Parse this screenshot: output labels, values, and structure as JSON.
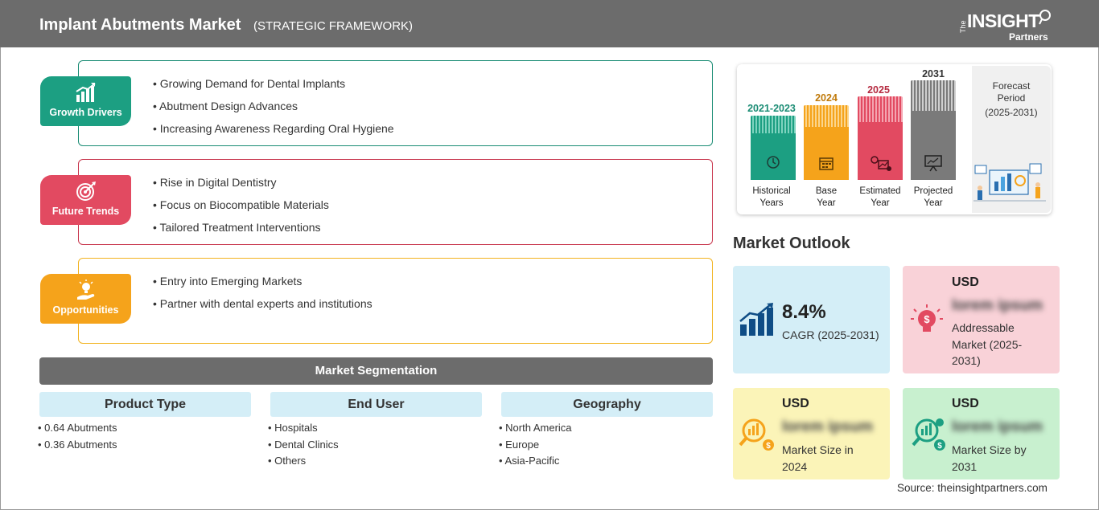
{
  "header": {
    "title": "Implant Abutments Market",
    "subtitle": "(STRATEGIC FRAMEWORK)",
    "logo": {
      "the": "The",
      "insight": "INSIGHT",
      "partners": "Partners"
    }
  },
  "framework": {
    "growth_drivers": {
      "label": "Growth Drivers",
      "color": "#1c9f82",
      "icon": "bar-chart-growth-icon",
      "items": [
        "Growing Demand for Dental Implants",
        "Abutment Design Advances",
        "Increasing Awareness Regarding Oral Hygiene"
      ]
    },
    "future_trends": {
      "label": "Future Trends",
      "color": "#e24a61",
      "icon": "target-icon",
      "items": [
        "Rise in Digital Dentistry",
        "Focus on Biocompatible Materials",
        "Tailored Treatment Interventions"
      ]
    },
    "opportunities": {
      "label": "Opportunities",
      "color": "#f5a31b",
      "icon": "lightbulb-hand-icon",
      "items": [
        "Entry into Emerging Markets",
        "Partner with dental experts and institutions"
      ]
    }
  },
  "segmentation": {
    "title": "Market Segmentation",
    "columns": [
      {
        "heading": "Product Type",
        "items": [
          "0.64 Abutments",
          "0.36 Abutments"
        ]
      },
      {
        "heading": "End User",
        "items": [
          "Hospitals",
          "Dental Clinics",
          "Others"
        ]
      },
      {
        "heading": "Geography",
        "items": [
          "North America",
          "Europe",
          "Asia-Pacific"
        ]
      }
    ]
  },
  "timeline": {
    "columns": [
      {
        "year": "2021-2023",
        "label_line1": "Historical",
        "label_line2": "Years",
        "color": "#1c9f82",
        "year_color": "#1a8c74",
        "icon": "history-clock-icon"
      },
      {
        "year": "2024",
        "label_line1": "Base",
        "label_line2": "Year",
        "color": "#f5a31b",
        "year_color": "#c07a0a",
        "icon": "calendar-icon"
      },
      {
        "year": "2025",
        "label_line1": "Estimated",
        "label_line2": "Year",
        "color": "#e24a61",
        "year_color": "#b52a40",
        "icon": "gears-chart-icon"
      },
      {
        "year": "2031",
        "label_line1": "Projected",
        "label_line2": "Year",
        "color": "#7a7a7a",
        "year_color": "#333333",
        "icon": "presentation-icon"
      }
    ],
    "forecast": {
      "line1": "Forecast",
      "line2": "Period",
      "line3": "(2025-2031)"
    }
  },
  "outlook": {
    "title": "Market Outlook",
    "cagr": {
      "value": "8.4%",
      "label": "CAGR (2025-2031)",
      "bg": "#d4eef7"
    },
    "addressable": {
      "usd": "USD",
      "value": "lorem ipsum",
      "label_line1": "Addressable",
      "label_line2": "Market (2025-",
      "label_line3": "2031)",
      "bg": "#f9d2d8"
    },
    "size_2024": {
      "usd": "USD",
      "value": "lorem ipsum",
      "label_line1": "Market Size in",
      "label_line2": "2024",
      "bg": "#fbf4b8"
    },
    "size_2031": {
      "usd": "USD",
      "value": "lorem ipsum",
      "label_line1": "Market Size by",
      "label_line2": "2031",
      "bg": "#c8f0cf"
    }
  },
  "source": "Source: theinsightpartners.com"
}
